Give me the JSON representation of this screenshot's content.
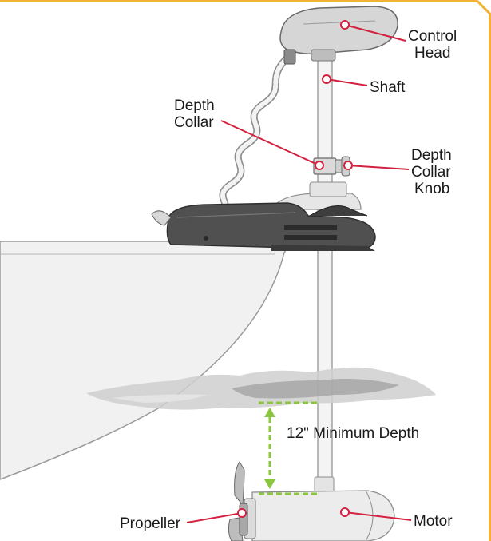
{
  "labels": {
    "control_head_1": "Control",
    "control_head_2": "Head",
    "shaft": "Shaft",
    "depth_collar_1": "Depth",
    "depth_collar_2": "Collar",
    "knob_1": "Depth",
    "knob_2": "Collar",
    "knob_3": "Knob",
    "min_depth": "12\" Minimum Depth",
    "propeller": "Propeller",
    "motor": "Motor"
  },
  "colors": {
    "frame": "#f2b233",
    "callout": "#d3213f",
    "measure": "#8cc63f",
    "motor_fill": "#ececec",
    "water": "#c9c9c9",
    "head_dark": "#4a4a4a"
  }
}
